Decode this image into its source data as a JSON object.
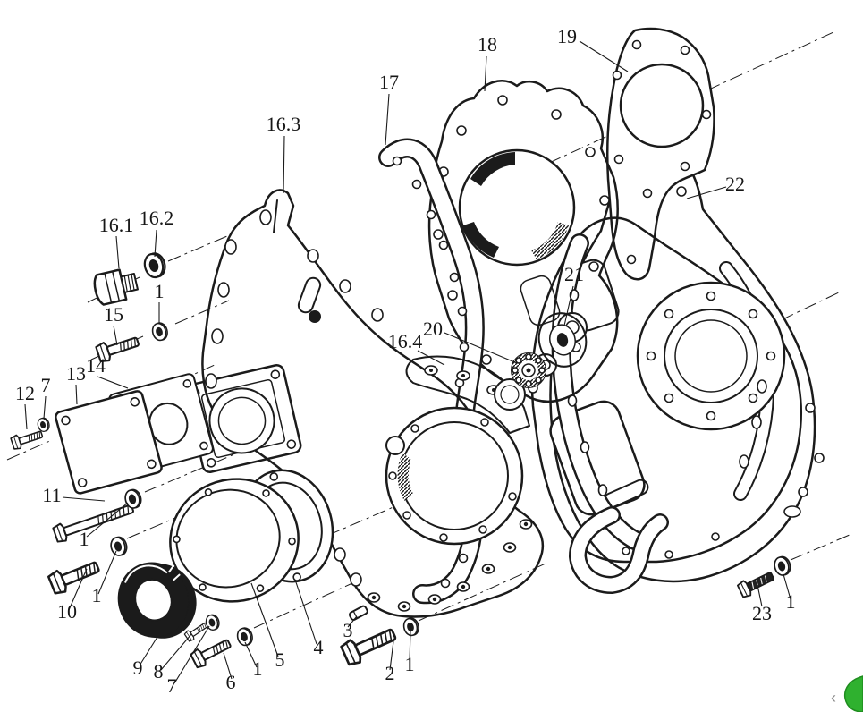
{
  "diagram": {
    "kind": "exploded-parts-diagram",
    "ink_color": "#1b1b1b",
    "paper_color": "#ffffff",
    "labels": [
      {
        "text": "16.1"
      },
      {
        "text": "16.2"
      },
      {
        "text": "1"
      },
      {
        "text": "15"
      },
      {
        "text": "13"
      },
      {
        "text": "14"
      },
      {
        "text": "12"
      },
      {
        "text": "7"
      },
      {
        "text": "11"
      },
      {
        "text": "1"
      },
      {
        "text": "10"
      },
      {
        "text": "1"
      },
      {
        "text": "9"
      },
      {
        "text": "8"
      },
      {
        "text": "7"
      },
      {
        "text": "6"
      },
      {
        "text": "1"
      },
      {
        "text": "5"
      },
      {
        "text": "4"
      },
      {
        "text": "3"
      },
      {
        "text": "2"
      },
      {
        "text": "1"
      },
      {
        "text": "16.3"
      },
      {
        "text": "17"
      },
      {
        "text": "18"
      },
      {
        "text": "19"
      },
      {
        "text": "22"
      },
      {
        "text": "21"
      },
      {
        "text": "20"
      },
      {
        "text": "16.4"
      },
      {
        "text": "23"
      },
      {
        "text": "1"
      }
    ]
  },
  "cursor": {
    "chevron": "‹",
    "color": "#2fb12f"
  }
}
